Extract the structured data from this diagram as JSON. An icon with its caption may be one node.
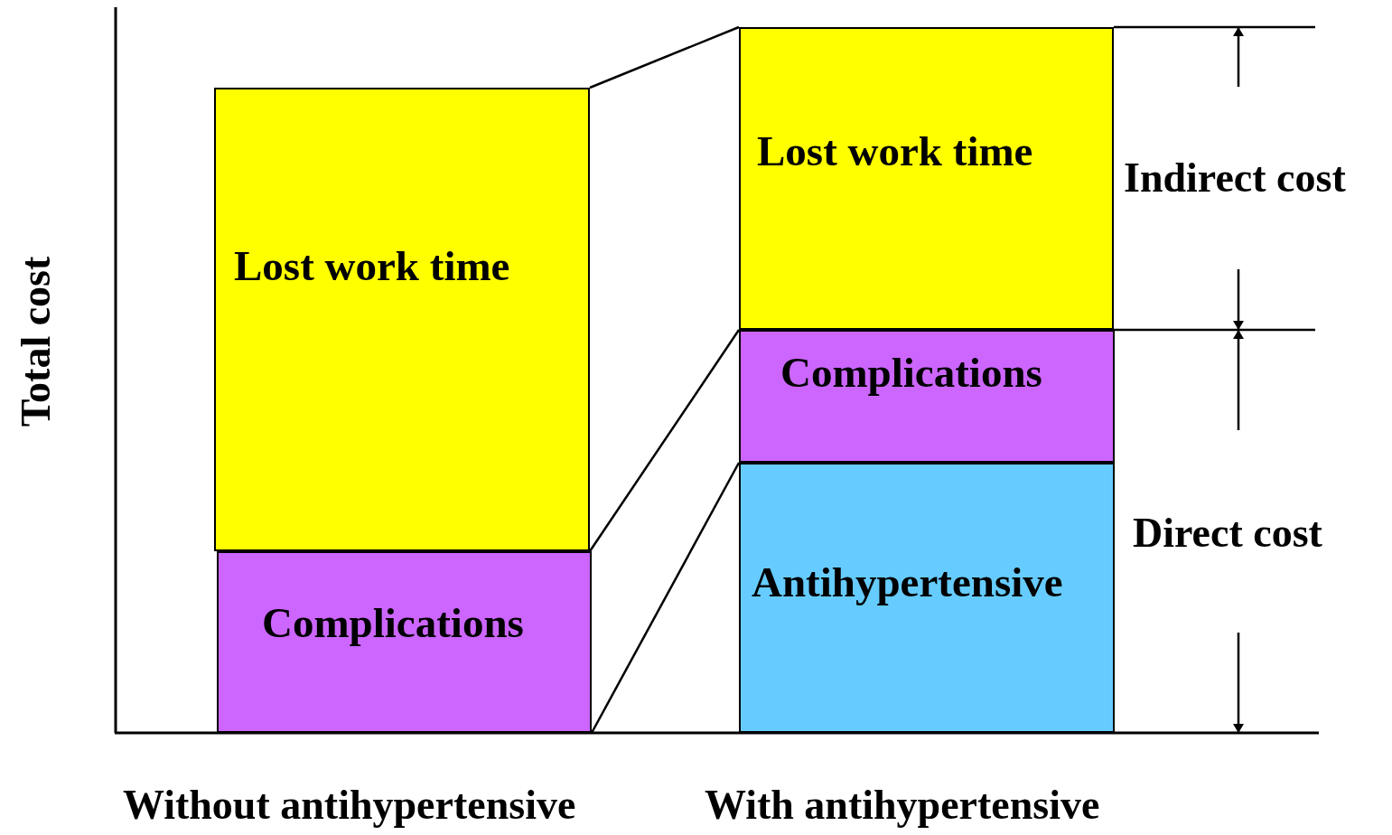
{
  "diagram": {
    "nodes": [
      {
        "text": [
          "Lost work time"
        ]
      },
      {
        "text": [
          "Complications"
        ]
      },
      {
        "text": [
          "Lost work time"
        ]
      },
      {
        "text": [
          "Complications"
        ]
      },
      {
        "text": [
          "Antihypertensive"
        ]
      }
    ],
    "edges": [
      {
        "from": 0,
        "to": 2,
        "arrow": "none"
      },
      {
        "from": 0,
        "to": 3,
        "arrow": "none"
      },
      {
        "from": 1,
        "to": 4,
        "arrow": "none"
      }
    ],
    "labels": [
      "Total cost",
      "Indirect cost",
      "Direct cost",
      "Without antihypertensive",
      "With antihypertensive"
    ]
  }
}
